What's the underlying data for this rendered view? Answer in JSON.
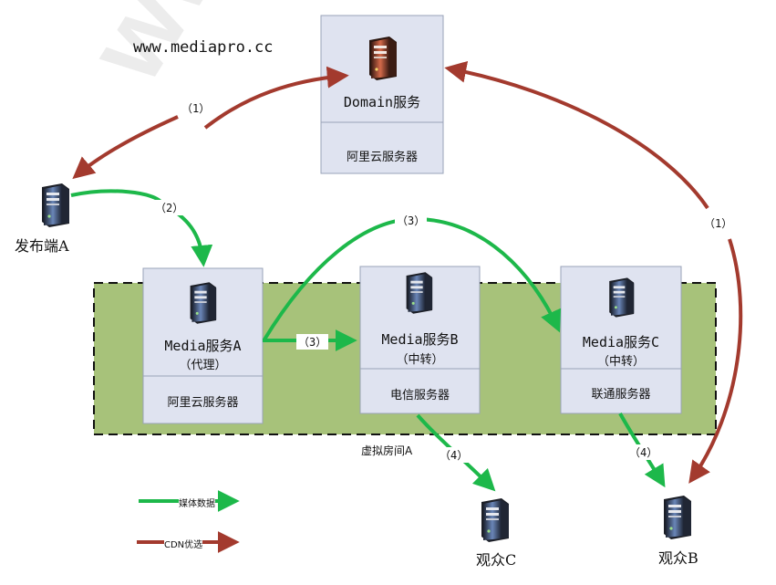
{
  "watermark": "www.mediapro.cc",
  "url_text": "www.mediapro.cc",
  "colors": {
    "media_arrow": "#1db84a",
    "cdn_arrow": "#a33a2e",
    "group_fill": "#a7c27a",
    "box_fill": "#dfe3f0",
    "box_border": "#9aa3b8"
  },
  "domain_box": {
    "title": "Domain服务",
    "footer": "阿里云服务器",
    "icon": "server-red-icon"
  },
  "media_a": {
    "title": "Media服务A",
    "subtitle": "（代理）",
    "footer": "阿里云服务器",
    "icon": "server-blue-icon"
  },
  "media_b": {
    "title": "Media服务B",
    "subtitle": "（中转）",
    "footer": "电信服务器",
    "icon": "server-blue-icon"
  },
  "media_c": {
    "title": "Media服务C",
    "subtitle": "（中转）",
    "footer": "联通服务器",
    "icon": "server-blue-icon"
  },
  "publisher": {
    "label": "发布端A",
    "icon": "server-blue-icon"
  },
  "viewer_c": {
    "label": "观众C",
    "icon": "server-blue-icon"
  },
  "viewer_b": {
    "label": "观众B",
    "icon": "server-blue-icon"
  },
  "virtual_room": "虚拟房间A",
  "steps": {
    "s1_left": "（1）",
    "s1_right": "（1）",
    "s2": "（2）",
    "s3_top": "（3）",
    "s3_mid": "（3）",
    "s4_left": "（4）",
    "s4_right": "（4）"
  },
  "legend": {
    "media": "媒体数据",
    "cdn": "CDN优选"
  }
}
